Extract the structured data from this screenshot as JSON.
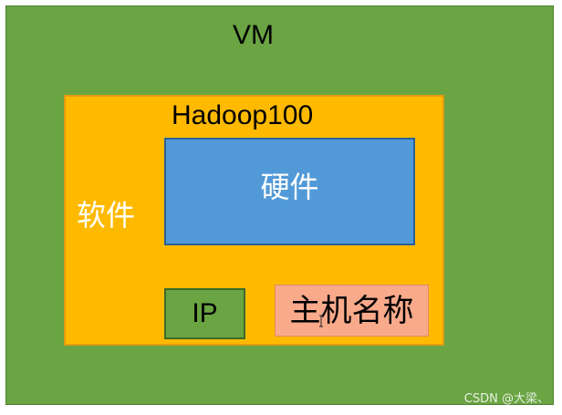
{
  "diagram": {
    "vm": {
      "label": "VM",
      "fill": "#6aa443"
    },
    "hadoop": {
      "label": "Hadoop100",
      "fill": "#ffba00"
    },
    "software": {
      "label": "软件"
    },
    "hardware": {
      "label": "硬件",
      "fill": "#5299d7"
    },
    "ip": {
      "label": "IP",
      "fill": "#6aa443"
    },
    "hostname": {
      "label": "主机名称",
      "fill": "#f9aa8b"
    },
    "cursor_icon": "text-cursor-icon"
  },
  "watermark": {
    "text": "CSDN @大梁、"
  }
}
